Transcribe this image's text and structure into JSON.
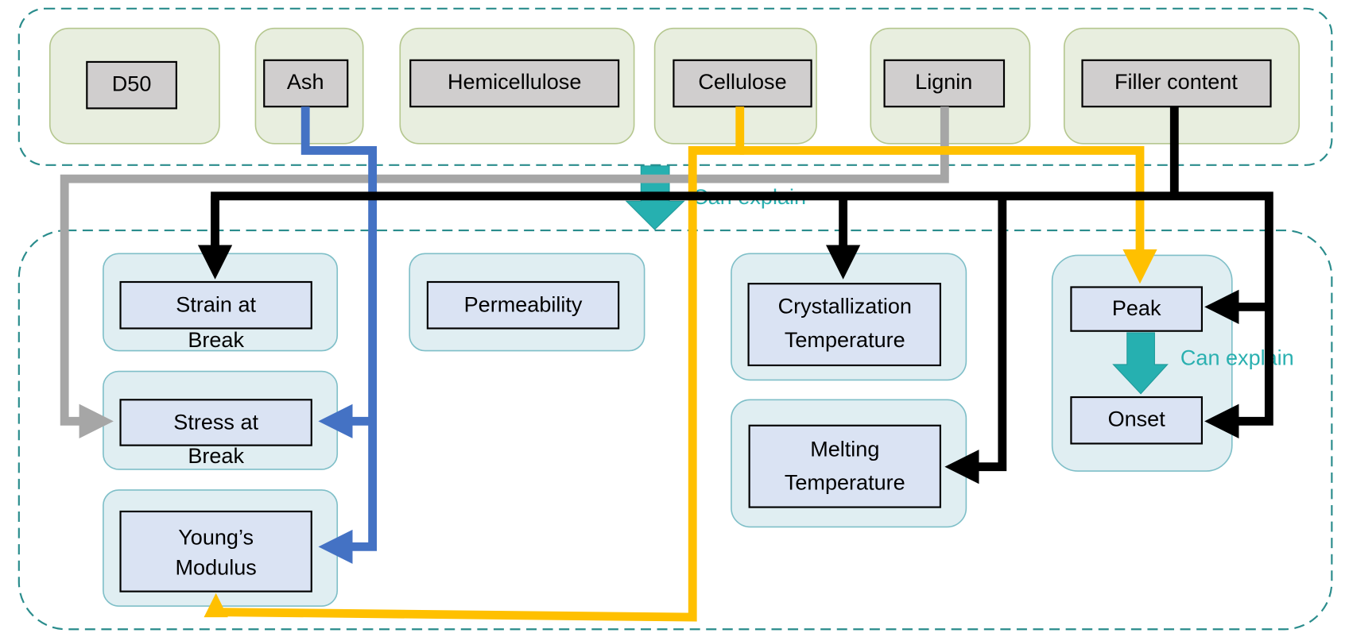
{
  "colors": {
    "ash_link": "#4472c4",
    "lignin_link": "#a6a6a6",
    "cellulose_link": "#ffc000",
    "filler_link": "#000000",
    "explain_arrow": "#26b0b0"
  },
  "inputs": [
    "D50",
    "Ash",
    "Hemicellulose",
    "Cellulose",
    "Lignin",
    "Filler content"
  ],
  "outputs": {
    "strain": [
      "Strain at",
      "Break"
    ],
    "stress": [
      "Stress at",
      "Break"
    ],
    "youngs": [
      "Young’s",
      "Modulus"
    ],
    "permeability": "Permeability",
    "crystallization": [
      "Crystallization",
      "Temperature"
    ],
    "melting": [
      "Melting",
      "Temperature"
    ],
    "peak": "Peak",
    "onset": "Onset"
  },
  "explain_label_main": "Can explain",
  "explain_label_peak": "Can explain"
}
